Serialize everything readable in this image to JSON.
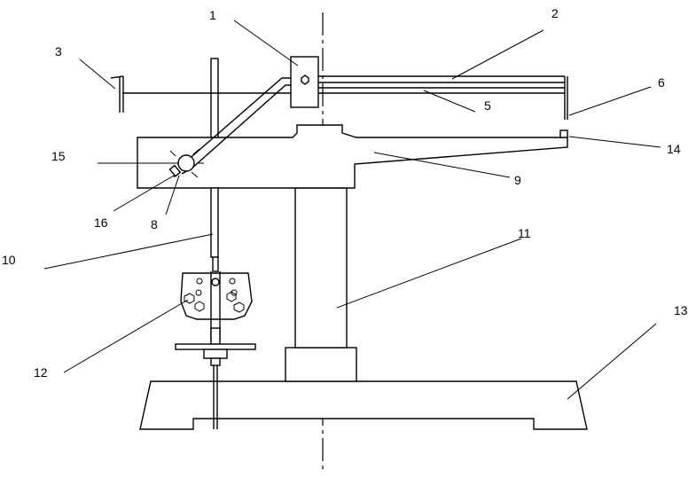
{
  "diagram": {
    "labels": [
      {
        "id": "l1",
        "text": "1"
      },
      {
        "id": "l2",
        "text": "2"
      },
      {
        "id": "l3",
        "text": "3"
      },
      {
        "id": "l5",
        "text": "5"
      },
      {
        "id": "l6",
        "text": "6"
      },
      {
        "id": "l8",
        "text": "8"
      },
      {
        "id": "l9",
        "text": "9"
      },
      {
        "id": "l10",
        "text": "10"
      },
      {
        "id": "l11",
        "text": "11"
      },
      {
        "id": "l12",
        "text": "12"
      },
      {
        "id": "l13",
        "text": "13"
      },
      {
        "id": "l14",
        "text": "14"
      },
      {
        "id": "l15",
        "text": "15"
      },
      {
        "id": "l16",
        "text": "16"
      }
    ]
  }
}
